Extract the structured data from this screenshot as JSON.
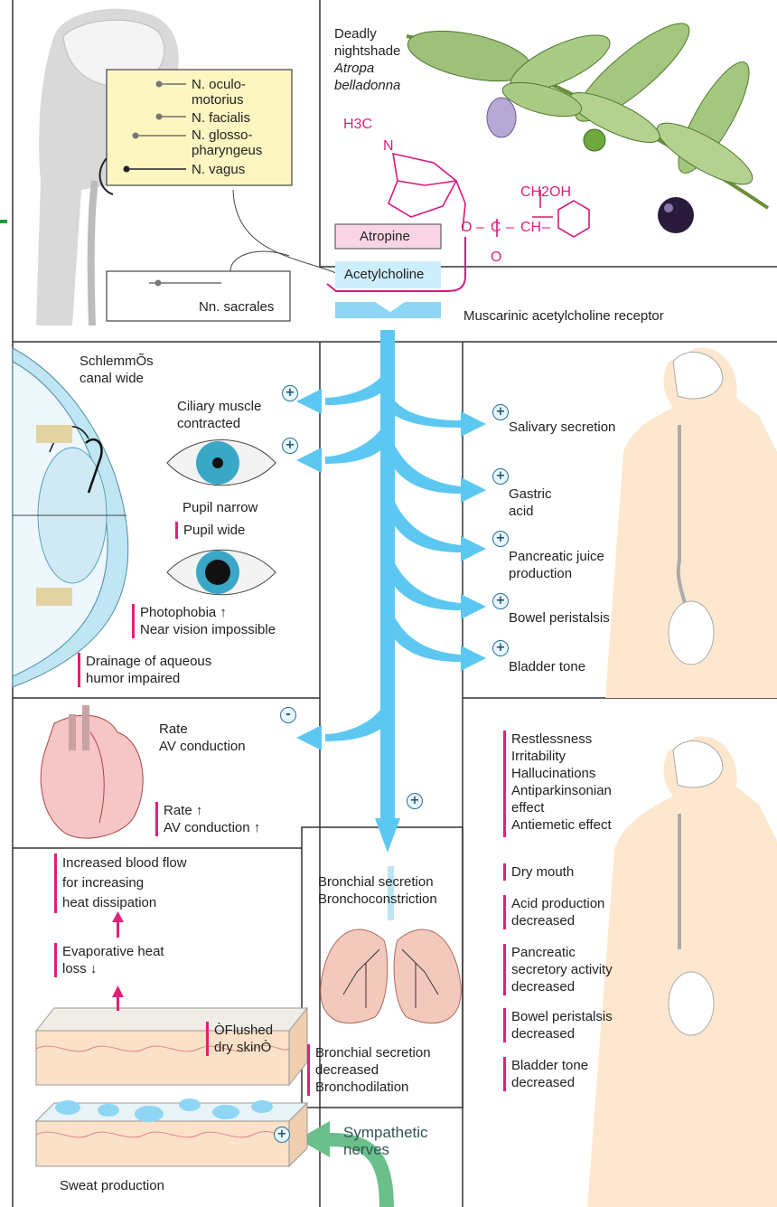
{
  "nerves": {
    "oculomotorius": "N. oculo-\nmotorius",
    "facialis": "N. facialis",
    "glosso": "N. glosso-\npharyngeus",
    "vagus": "N. vagus",
    "sacrales": "Nn. sacrales"
  },
  "plant": {
    "name": "Deadly\nnightshade",
    "latin": "Atropa\nbelladonna"
  },
  "chem": {
    "h3c": "H3C",
    "n": "N",
    "ch2oh": "CH2OH",
    "o": "O",
    "c": "C",
    "ch": "CH",
    "o2": "O",
    "dash1": "–",
    "dash2": "–",
    "dash3": "–"
  },
  "labels": {
    "atropine": "Atropine",
    "acetylcholine": "Acetylcholine",
    "receptor": "Muscarinic acetylcholine receptor"
  },
  "eye": {
    "schlemm": "SchlemmÕs\ncanal wide",
    "ciliary": "Ciliary muscle\ncontracted",
    "pupil_narrow": "Pupil narrow",
    "pupil_wide": "Pupil wide",
    "photophobia": "Photophobia ↑\nNear vision impossible",
    "drainage": "Drainage of aqueous\nhumor impaired"
  },
  "gi_effects": {
    "salivary": "Salivary secretion",
    "gastric": "Gastric\nacid",
    "pancreatic": "Pancreatic juice\nproduction",
    "bowel": "Bowel peristalsis",
    "bladder": "Bladder tone"
  },
  "heart": {
    "normal": "Rate\nAV conduction",
    "atropine": "Rate ↑\nAV conduction ↑"
  },
  "skin": {
    "blood_flow": "Increased blood flow\nfor increasing\nheat dissipation",
    "evaporative": "Evaporative heat\nloss ↓",
    "flushed": "ÒFlushed\ndry skinÒ",
    "sweat": "Sweat production"
  },
  "lungs": {
    "normal": "Bronchial secretion\nBronchoconstriction",
    "atropine": "Bronchial secretion\ndecreased\nBronchodilation"
  },
  "cns_effects": {
    "list1": "Restlessness\nIrritability\nHallucinations\nAntiparkinsonian\neffect\nAntiemetic effect",
    "dry_mouth": "Dry mouth",
    "acid": "Acid production\ndecreased",
    "pancreatic": "Pancreatic\nsecretory activity\ndecreased",
    "bowel": "Bowel peristalsis\ndecreased",
    "bladder": "Bladder tone\ndecreased"
  },
  "sympathetic": "Sympathetic\nnerves",
  "signs": {
    "plus": "+",
    "minus": "-"
  },
  "colors": {
    "arrow_blue": "#5cc8f2",
    "magenta": "#e0207a",
    "nerve_yellow": "#fdf6c0",
    "skin_tone": "#fde8cf",
    "green": "#6abf8a"
  }
}
